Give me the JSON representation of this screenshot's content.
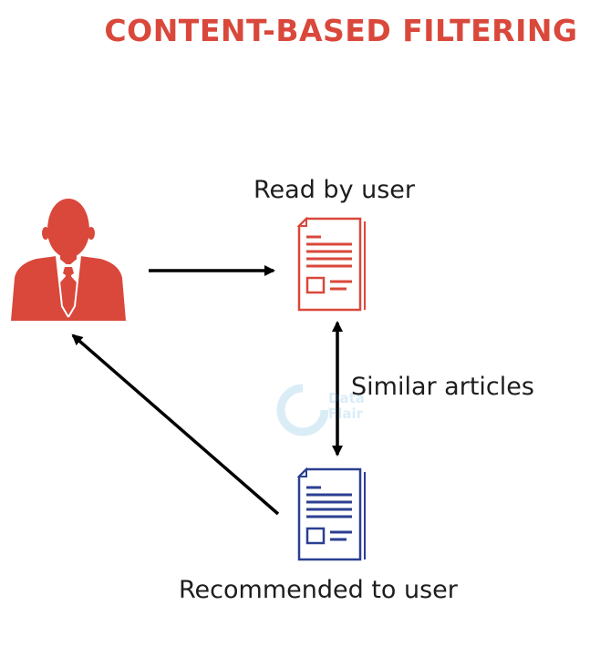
{
  "title": "CONTENT-BASED FILTERING",
  "labels": {
    "read": "Read by user",
    "similar": "Similar articles",
    "recommended": "Recommended to user"
  },
  "watermark": {
    "line1": "Data",
    "line2": "Flair"
  },
  "colors": {
    "title": "#d9483b",
    "user": "#d9483b",
    "read_document": "#d9483b",
    "recommended_document": "#2b3f91",
    "arrow": "#000000",
    "text": "#1d1d1d"
  },
  "icons": {
    "user": "user-icon",
    "read_document": "document-icon",
    "recommended_document": "document-icon"
  }
}
